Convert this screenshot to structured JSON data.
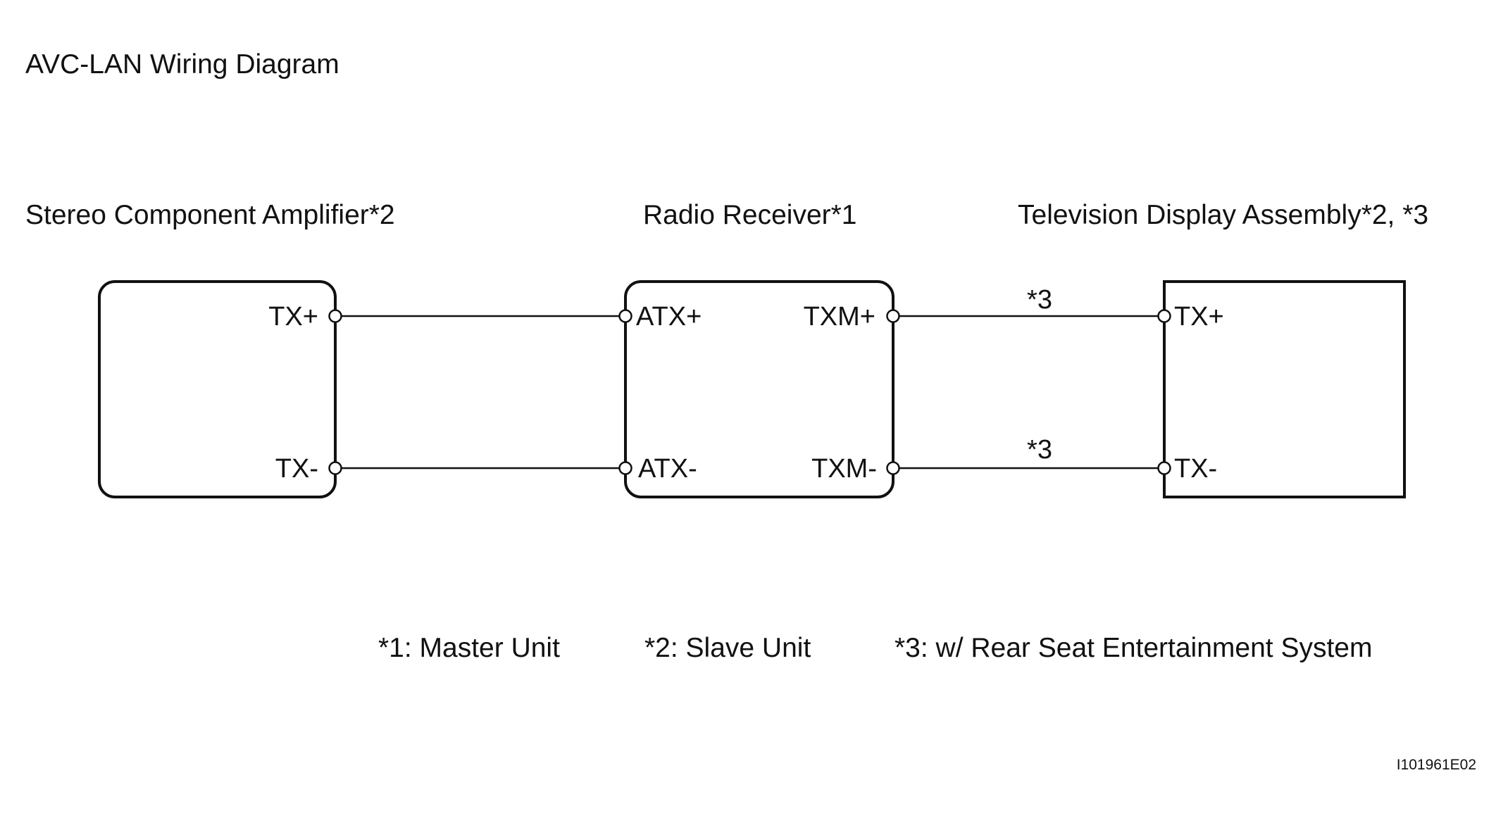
{
  "title": "AVC-LAN Wiring Diagram",
  "components": {
    "amplifier": {
      "name": "Stereo Component Amplifier*2",
      "pins": [
        "TX+",
        "TX-"
      ]
    },
    "receiver": {
      "name": "Radio Receiver*1",
      "pins_left": [
        "ATX+",
        "ATX-"
      ],
      "pins_right": [
        "TXM+",
        "TXM-"
      ]
    },
    "display": {
      "name": "Television Display Assembly*2, *3",
      "pins": [
        "TX+",
        "TX-"
      ]
    }
  },
  "wire_notes": [
    "*3",
    "*3"
  ],
  "footnotes": [
    "*1: Master Unit",
    "*2: Slave Unit",
    "*3: w/ Rear Seat Entertainment System"
  ],
  "figure_id": "I101961E02"
}
